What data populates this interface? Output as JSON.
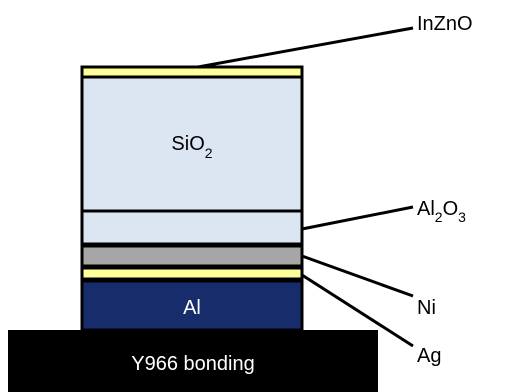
{
  "layers": {
    "sio2": {
      "base": "SiO",
      "sub": "2"
    },
    "al": "Al",
    "substrate": "Y966 bonding"
  },
  "callouts": {
    "inzno": "InZnO",
    "al2o3": {
      "p1": "Al",
      "s1": "2",
      "p2": "O",
      "s2": "3"
    },
    "ni": "Ni",
    "ag": "Ag"
  },
  "colors": {
    "inzno": "#ffff99",
    "sio2": "#dce6f2",
    "al2o3": "#dce6f2",
    "ni": "#a6a6a6",
    "ag": "#ffff99",
    "al": "#172c6b",
    "substrate": "#000000"
  }
}
